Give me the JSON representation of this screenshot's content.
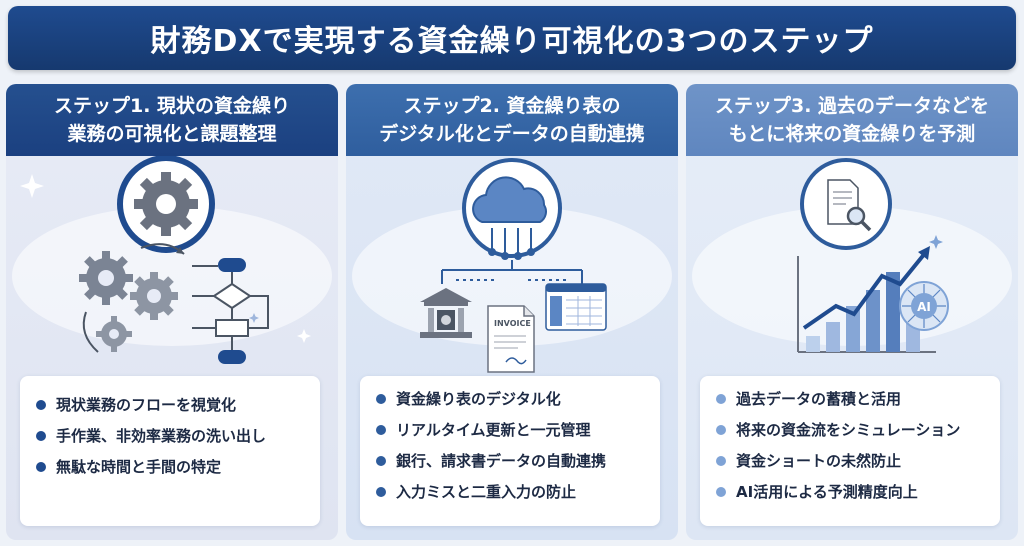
{
  "title": "財務DXで実現する資金繰り可視化の3つのステップ",
  "steps": [
    {
      "heading_line1": "ステップ1. 現状の資金繰り",
      "heading_line2": "業務の可視化と課題整理",
      "bullets": [
        "現状業務のフローを視覚化",
        "手作業、非効率業務の洗い出し",
        "無駄な時間と手間の特定"
      ]
    },
    {
      "heading_line1": "ステップ2. 資金繰り表の",
      "heading_line2": "デジタル化とデータの自動連携",
      "invoice_label": "INVOICE",
      "bullets": [
        "資金繰り表のデジタル化",
        "リアルタイム更新と一元管理",
        "銀行、請求書データの自動連携",
        "入力ミスと二重入力の防止"
      ]
    },
    {
      "heading_line1": "ステップ3. 過去のデータなどを",
      "heading_line2": "もとに将来の資金繰りを予測",
      "ai_label": "AI",
      "bullets": [
        "過去データの蓄積と活用",
        "将来の資金流をシミュレーション",
        "資金ショートの未然防止",
        "AI活用による予測精度向上"
      ]
    }
  ],
  "colors": {
    "navy": "#1f4b8f",
    "mid_blue": "#2e5c9c",
    "light_blue": "#7fa3d6",
    "panel_bg": "#eef2f8"
  }
}
